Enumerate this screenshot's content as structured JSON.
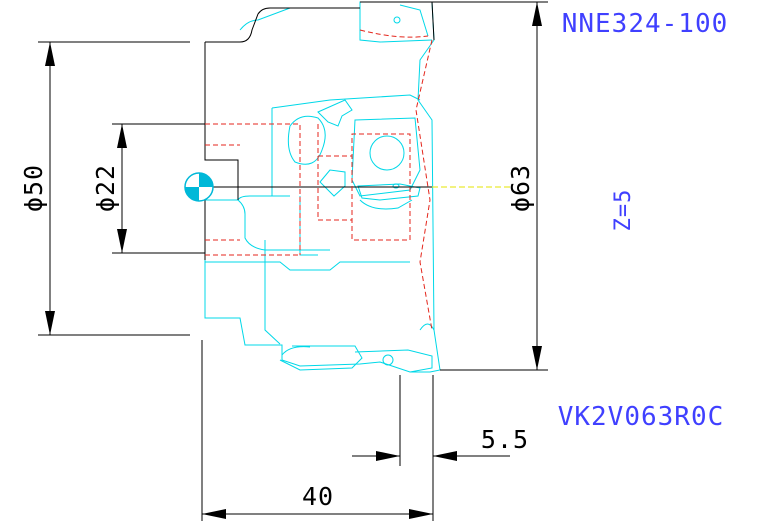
{
  "labels": {
    "insert_code": "NNE324-100",
    "tool_code": "VK2V063R0C",
    "teeth": "Z=5"
  },
  "dimensions": {
    "bore_dia": "ϕ22",
    "body_dia": "ϕ50",
    "cutter_dia": "ϕ63",
    "length": "40",
    "offset": "5.5"
  },
  "colors": {
    "dimension": "#000000",
    "outline": "#00d8e8",
    "hidden": "#e4261c",
    "text": "#4040ff",
    "centerline": "#e6e600"
  }
}
